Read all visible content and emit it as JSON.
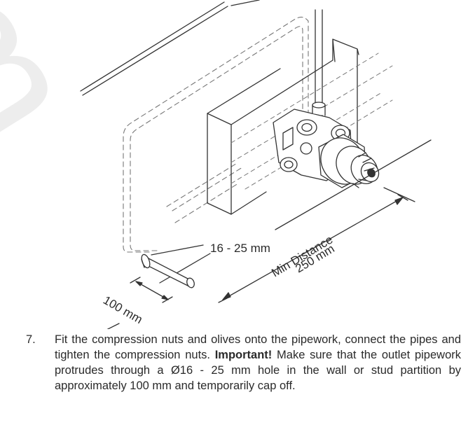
{
  "watermark": "m",
  "figure": {
    "labels": {
      "hole_size": "16 - 25 mm",
      "distance_line1": "Min Distance",
      "distance_line2": "250 mm",
      "protrusion": "100 mm"
    }
  },
  "step": {
    "number": "7.",
    "text_before": "Fit the compression nuts and olives onto the pipework, connect the pipes and tighten the compression nuts. ",
    "important": "Important!",
    "text_after": " Make sure that the outlet pipework protrudes through a Ø16 - 25 mm hole in the wall or stud partition by approximately 100 mm and temporarily cap off."
  }
}
